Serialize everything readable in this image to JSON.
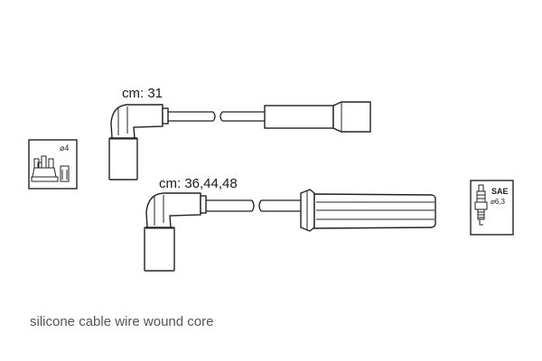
{
  "labels": {
    "cable_short": "cm: 31",
    "cable_long": "cm: 36,44,48",
    "caption": "silicone cable wire wound core"
  },
  "distributor_icon": {
    "diameter": "⌀4"
  },
  "spark_plug_icon": {
    "standard": "SAE",
    "diameter": "⌀6,3"
  },
  "colors": {
    "line": "#222222",
    "caption": "#555555",
    "background": "#ffffff"
  }
}
